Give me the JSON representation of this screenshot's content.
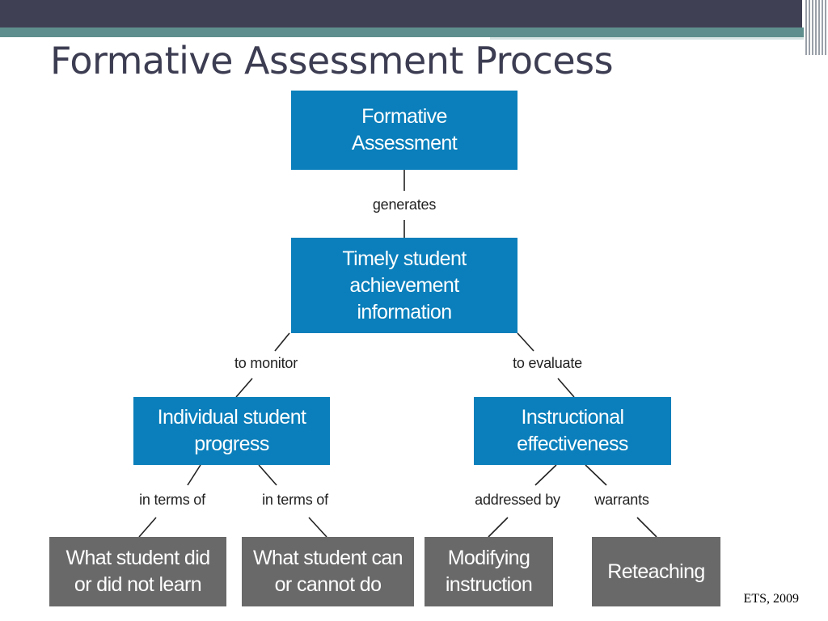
{
  "slide": {
    "title": "Formative Assessment Process",
    "credit": "ETS, 2009"
  },
  "colors": {
    "title": "#3c3c52",
    "top_band": "#404055",
    "teal_band": "#5e8f8e",
    "blue_box": "#0a7fbb",
    "gray_box": "#696969",
    "connector": "#222222",
    "label": "#222222"
  },
  "diagram": {
    "nodes": {
      "formative_assessment": [
        "Formative",
        "Assessment"
      ],
      "timely_info": [
        "Timely student",
        "achievement",
        "information"
      ],
      "individual_progress": [
        "Individual student",
        "progress"
      ],
      "instructional_effectiveness": [
        "Instructional",
        "effectiveness"
      ],
      "did_not_learn": [
        "What student did",
        "or did not learn"
      ],
      "can_cannot_do": [
        "What student can",
        "or cannot do"
      ],
      "modifying_instruction": [
        "Modifying",
        "instruction"
      ],
      "reteaching": [
        "Reteaching"
      ]
    },
    "labels": {
      "generates": "generates",
      "to_monitor": "to monitor",
      "to_evaluate": "to evaluate",
      "in_terms_of_1": "in terms of",
      "in_terms_of_2": "in terms of",
      "addressed_by": "addressed by",
      "warrants": "warrants"
    }
  }
}
